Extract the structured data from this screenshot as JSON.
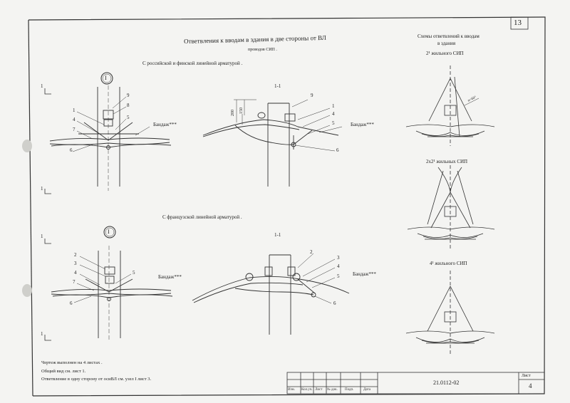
{
  "page_number": "13",
  "title_line1": "Ответвления к вводам в здания в две стороны от ВЛ",
  "title_line2": "проводов СИП .",
  "section_russian_finnish": "С российской и финской линейной арматурой .",
  "section_french": "С французской линейной арматурой .",
  "node_label": "I",
  "section_label": "1-1",
  "cut_mark": "1",
  "bandage_label": "Бандаж***",
  "dim_200": "200",
  "dim_150": "150",
  "callouts_top_front": [
    "1",
    "4",
    "7",
    "6",
    "9",
    "8",
    "5"
  ],
  "callouts_top_side": [
    "9",
    "1",
    "4",
    "5",
    "6"
  ],
  "callouts_bottom_front": [
    "2",
    "3",
    "4",
    "7",
    "6",
    "5"
  ],
  "callouts_bottom_side": [
    "2",
    "3",
    "4",
    "5",
    "6"
  ],
  "schemes_title_line1": "Схемы ответвлений к вводам",
  "schemes_title_line2": "в здания",
  "scheme1_label": "2¹ жильного СИП",
  "scheme2_label": "2х2¹ жильных СИП",
  "scheme3_label": "4¹ жильного СИП",
  "scheme_angle": "α=60°",
  "notes": [
    "Чертеж выполнен на 4 листах .",
    "Общий вид см. лист 1.",
    "Ответвление в одну сторону от осиВЛ см. узел I лист 3."
  ],
  "stamp_code": "21.0112-02",
  "stamp_sheet_label": "Лист",
  "stamp_sheet_number": "4",
  "stamp_columns": [
    "Изм.",
    "Кол.уч.",
    "Лист",
    "№ док.",
    "Подп.",
    "Дата"
  ]
}
